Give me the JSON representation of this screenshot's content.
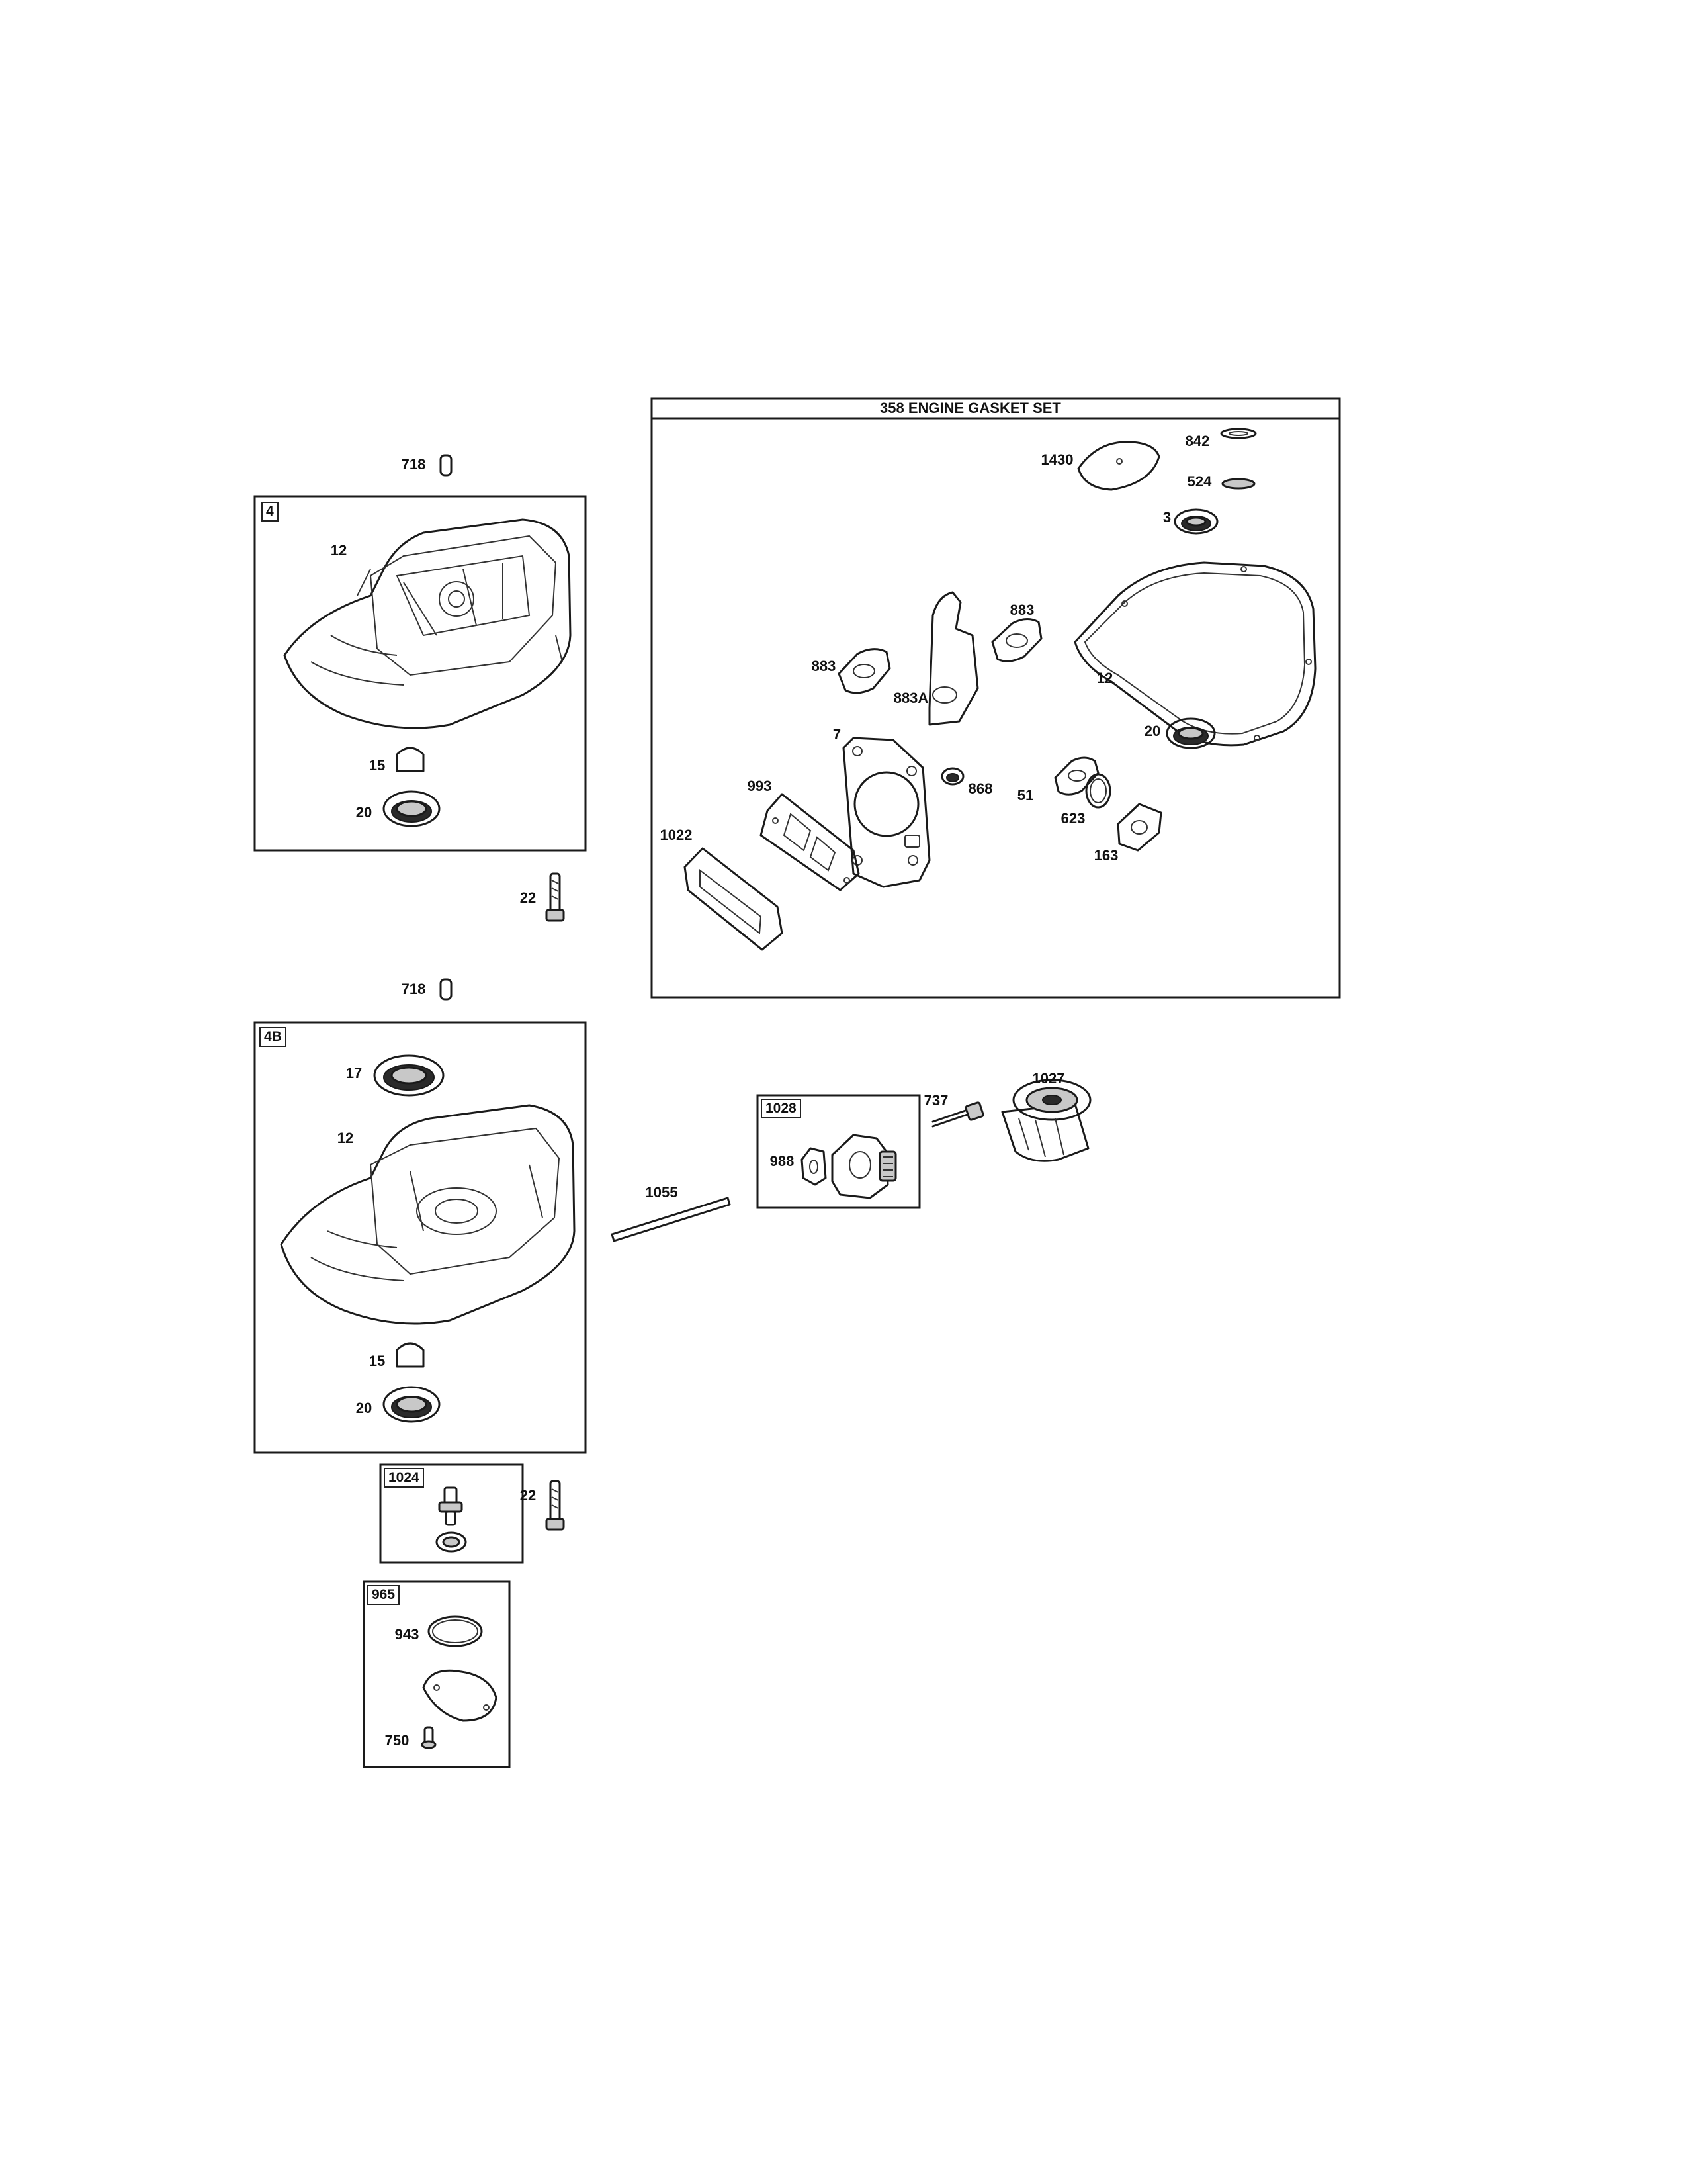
{
  "kit_title": "358 ENGINE GASKET SET",
  "group_tags": {
    "sump_a": "4",
    "sump_b": "4B",
    "oil_filter_adapter": "1028",
    "breather": "1024",
    "cover_kit": "965"
  },
  "callouts": {
    "screw_718_top": "718",
    "gasket_12_a": "12",
    "plug_15_a": "15",
    "seal_20_a": "20",
    "bolt_22_a": "22",
    "screw_718_mid": "718",
    "bearing_17": "17",
    "gasket_12_b": "12",
    "plug_15_b": "15",
    "seal_20_b": "20",
    "bolt_22_b": "22",
    "gasket_1430": "1430",
    "washer_842": "842",
    "washer_524": "524",
    "seal_3": "3",
    "gasket_883_right": "883",
    "gasket_883_left": "883",
    "gasket_883A": "883A",
    "gasket_12_kit": "12",
    "seal_20_kit": "20",
    "head_gasket_7": "7",
    "gasket_993": "993",
    "seal_868": "868",
    "gasket_51": "51",
    "gasket_623": "623",
    "gasket_163": "163",
    "gasket_1022": "1022",
    "filter_1027": "1027",
    "bolt_737": "737",
    "gasket_988": "988",
    "tube_1055": "1055",
    "oring_943": "943",
    "screw_750": "750"
  }
}
